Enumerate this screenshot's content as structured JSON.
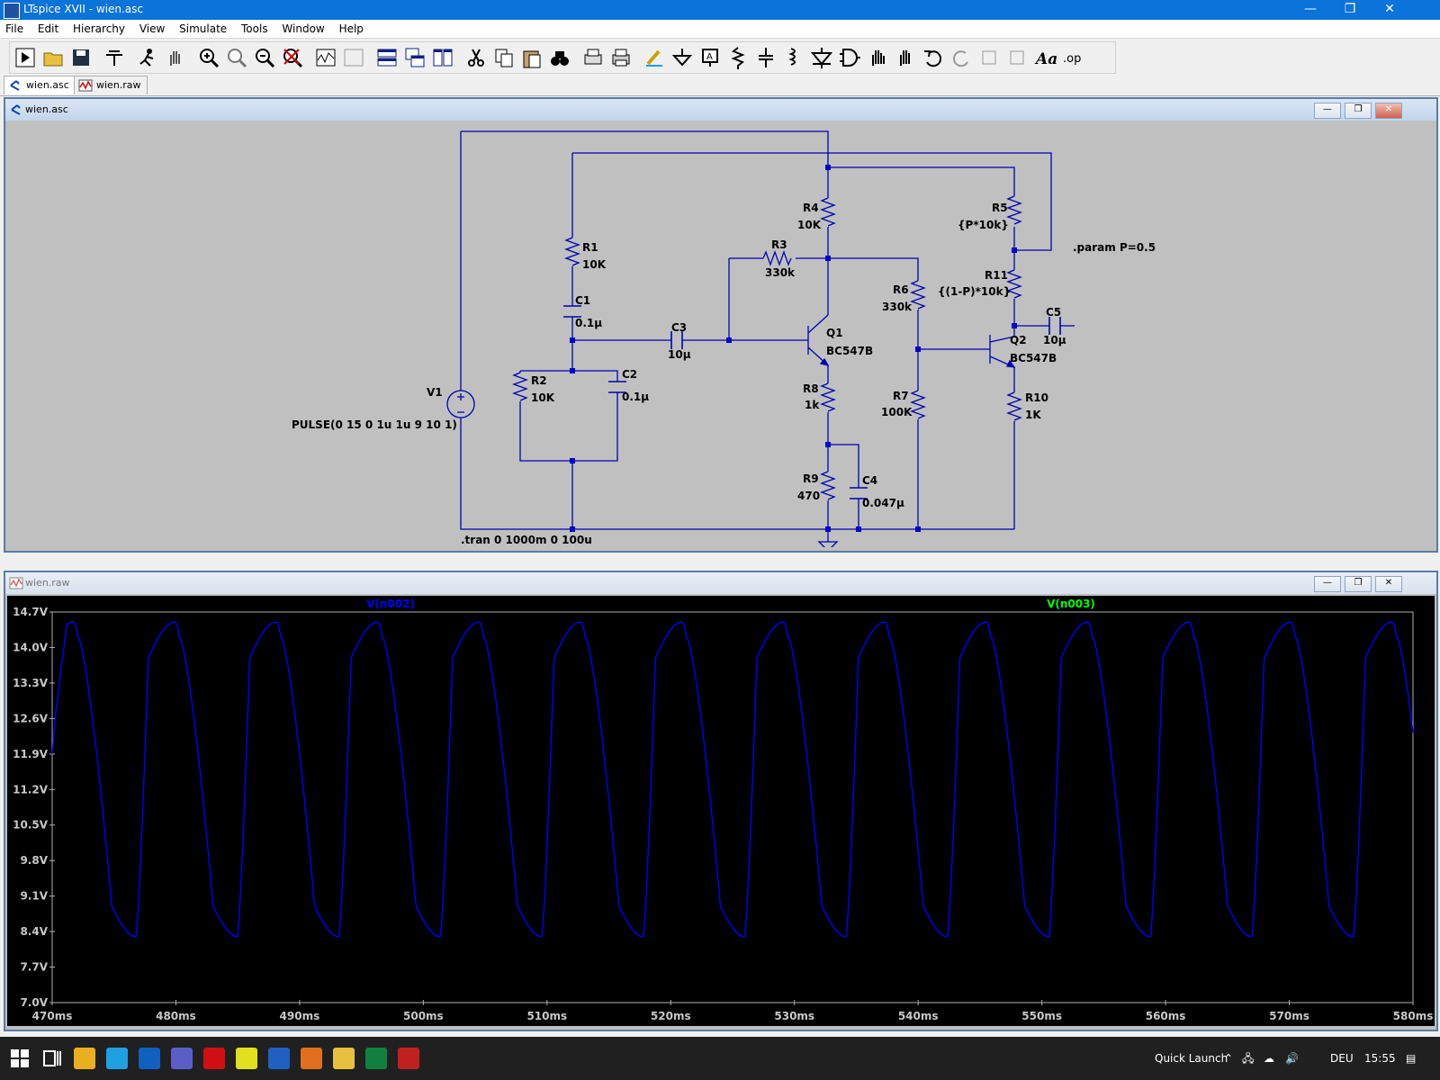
{
  "window": {
    "title": "LTspice XVII - wien.asc",
    "minimize": "—",
    "restore": "❐",
    "close": "✕"
  },
  "menu": [
    "File",
    "Edit",
    "Hierarchy",
    "View",
    "Simulate",
    "Tools",
    "Window",
    "Help"
  ],
  "toolbar_icons": [
    "run-icon",
    "open-icon",
    "save-icon",
    "control-panel-icon",
    "run-halt-icon",
    "pan-icon",
    "zoom-in-icon",
    "zoom-pan-icon",
    "zoom-out-icon",
    "zoom-fit-icon",
    "plot-icon",
    "plot-disabled-icon",
    "tile-horizontal-icon",
    "cascade-icon",
    "tile-vertical-icon",
    "cut-icon",
    "copy-icon",
    "paste-icon",
    "find-icon",
    "print-preview-icon",
    "print-icon",
    "draw-wire-icon",
    "ground-icon",
    "label-net-icon",
    "resistor-icon",
    "capacitor-icon",
    "inductor-icon",
    "diode-icon",
    "component-icon",
    "move-icon",
    "drag-icon",
    "undo-icon",
    "redo-icon",
    "rotate-icon",
    "mirror-icon",
    "text-icon",
    "spice-directive-icon"
  ],
  "tabs": [
    {
      "label": "wien.asc",
      "icon": "schematic-icon",
      "active": true
    },
    {
      "label": "wien.raw",
      "icon": "waveform-icon",
      "active": false
    }
  ],
  "schematic_window": {
    "title": "wien.asc"
  },
  "waveform_window": {
    "title": "wien.raw"
  },
  "schematic": {
    "labels": {
      "R1": "R1",
      "R1v": "10K",
      "R2": "R2",
      "R2v": "10K",
      "C1": "C1",
      "C1v": "0.1µ",
      "C2": "C2",
      "C2v": "0.1µ",
      "C3": "C3",
      "C3v": "10µ",
      "R3": "R3",
      "R3v": "330k",
      "R4": "R4",
      "R4v": "10K",
      "Q1": "Q1",
      "Q1v": "BC547B",
      "R8": "R8",
      "R8v": "1k",
      "R9": "R9",
      "R9v": "470",
      "C4": "C4",
      "C4v": "0.047µ",
      "R6": "R6",
      "R6v": "330k",
      "R7": "R7",
      "R7v": "100K",
      "R5": "R5",
      "R5v": "{P*10k}",
      "R11": "R11",
      "R11v": "{(1-P)*10k}",
      "Q2": "Q2",
      "Q2v": "BC547B",
      "C5": "C5",
      "C5v": "10µ",
      "R10": "R10",
      "R10v": "1K",
      "V1": "V1",
      "V1v": "PULSE(0 15 0 1u 1u 9 10 1)"
    },
    "directives": {
      "param": ".param P=0.5",
      "tran": ".tran 0 1000m 0 100u"
    }
  },
  "chart_data": {
    "type": "line",
    "title": "",
    "series": [
      {
        "name": "V(n002)",
        "color": "#0000ff",
        "values": []
      },
      {
        "name": "V(n003)",
        "color": "#00ff00",
        "values": []
      }
    ],
    "x": {
      "unit": "ms",
      "range": [
        470,
        580
      ],
      "ticks": [
        "470ms",
        "480ms",
        "490ms",
        "500ms",
        "510ms",
        "520ms",
        "530ms",
        "540ms",
        "550ms",
        "560ms",
        "570ms",
        "580ms"
      ]
    },
    "y": {
      "unit": "V",
      "range": [
        7.0,
        14.7
      ],
      "ticks": [
        "14.7V",
        "14.0V",
        "13.3V",
        "12.6V",
        "11.9V",
        "11.2V",
        "10.5V",
        "9.8V",
        "9.1V",
        "8.4V",
        "7.7V",
        "7.0V"
      ]
    },
    "waveform": {
      "series": "V(n002)",
      "start_ms": 470,
      "start_v": 11.9,
      "period_ms": 8.2,
      "first_peak_ms": 471.7,
      "max_v": 14.5,
      "min_v": 8.3
    },
    "grid": false,
    "background": "#000000"
  },
  "taskbar": {
    "quick_launch": "Quick Launch",
    "lang": "DEU",
    "time": "15:55",
    "apps": [
      "windows-start-icon",
      "task-view-icon",
      "file-explorer-icon",
      "edge-icon",
      "outlook-icon",
      "teams-icon",
      "acrobat-icon",
      "pen-tool-icon",
      "word-icon",
      "firefox-icon",
      "folder-icon",
      "excel-icon",
      "ltspice-icon"
    ]
  }
}
